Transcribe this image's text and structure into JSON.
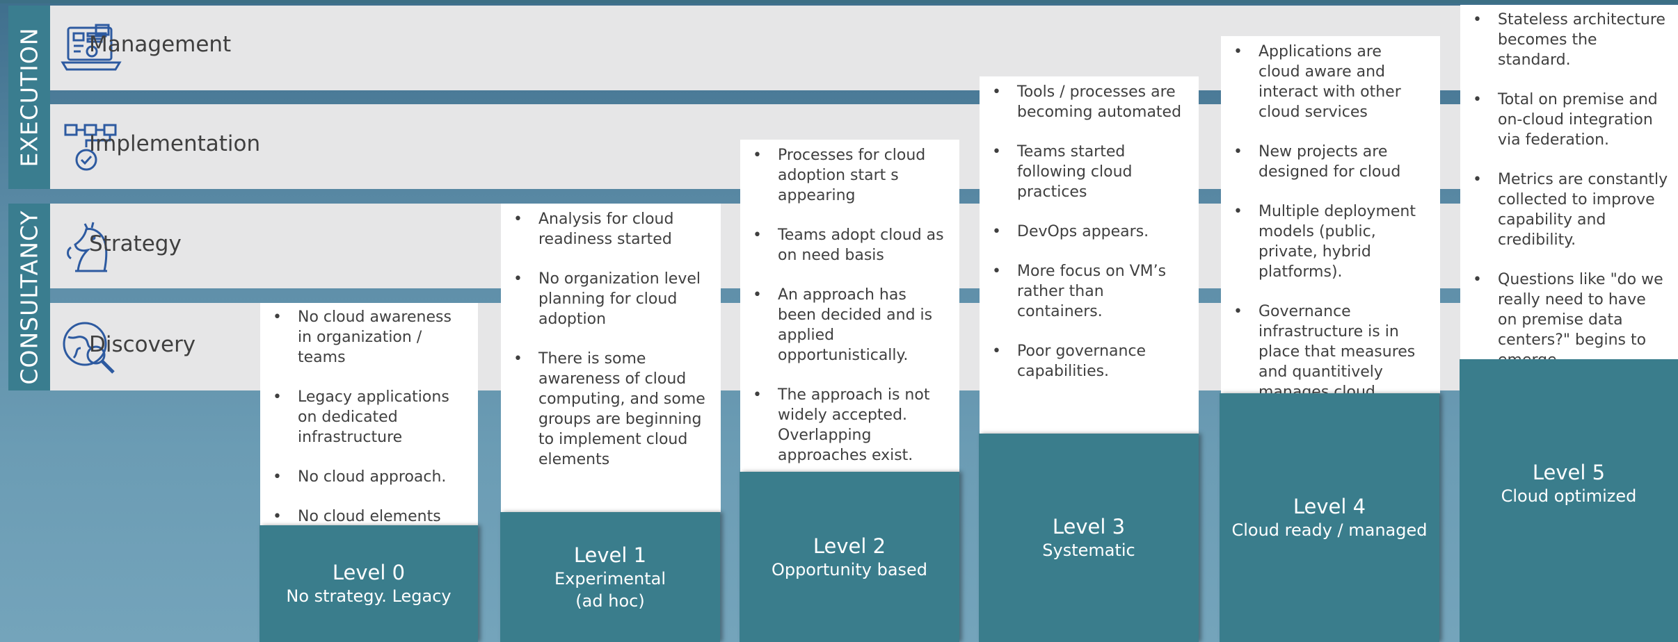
{
  "sidebar": {
    "execution_label": "EXECUTION",
    "consultancy_label": "CONSULTANCY"
  },
  "rows": [
    {
      "label": "Management",
      "icon": "laptop-dashboard-icon"
    },
    {
      "label": "Implementation",
      "icon": "process-flow-check-icon"
    },
    {
      "label": "Strategy",
      "icon": "chess-knight-icon"
    },
    {
      "label": "Discovery",
      "icon": "globe-magnifier-icon"
    }
  ],
  "levels": [
    {
      "name": "Level 0",
      "subtitle": "No strategy. Legacy",
      "bullets": [
        "No cloud awareness in organization / teams",
        "Legacy applications on dedicated infrastructure",
        "No cloud approach.",
        "No cloud elements implemented."
      ]
    },
    {
      "name": "Level 1",
      "subtitle": "Experimental\n(ad hoc)",
      "bullets": [
        "Analysis for cloud readiness started",
        "No organization level planning for cloud adoption",
        "There is some awareness of cloud computing, and some groups are beginning to implement cloud elements"
      ]
    },
    {
      "name": "Level 2",
      "subtitle": "Opportunity based",
      "bullets": [
        "Processes for cloud adoption start s appearing",
        "Teams adopt cloud as on need basis",
        "An approach has been decided and is applied opportunistically.",
        "The approach is not widely accepted. Overlapping approaches exist."
      ]
    },
    {
      "name": "Level 3",
      "subtitle": "Systematic",
      "bullets": [
        "Tools / processes are becoming automated",
        "Teams started following cloud practices",
        "DevOps appears.",
        "More focus on VM’s rather than containers.",
        "Poor governance capabilities."
      ]
    },
    {
      "name": "Level 4",
      "subtitle": "Cloud ready / managed",
      "bullets": [
        "Applications are cloud aware and interact with other cloud services",
        "New projects are designed for cloud",
        "Multiple deployment models (public, private, hybrid platforms).",
        "Governance infrastructure is in place that measures and quantitively manages cloud capacity."
      ]
    },
    {
      "name": "Level 5",
      "subtitle": "Cloud optimized",
      "bullets": [
        "Stateless architecture becomes the standard.",
        "Total on premise and on-cloud integration via federation.",
        "Metrics are constantly collected to improve capability and credibility.",
        "Questions like \"do we really need to have on premise data centers?\" begins to emerge."
      ]
    }
  ]
}
